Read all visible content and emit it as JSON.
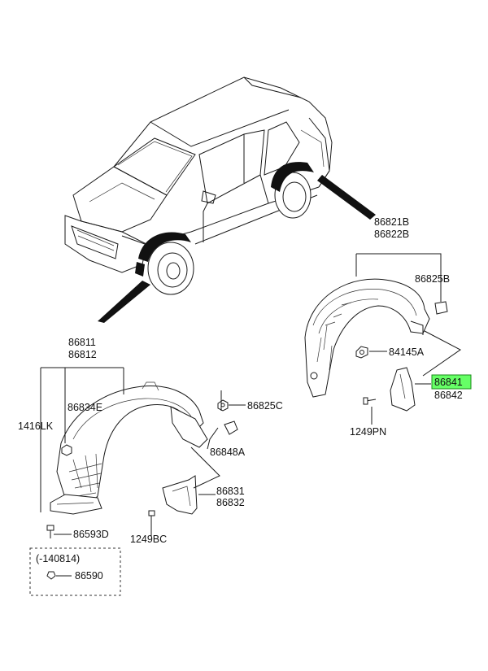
{
  "parts": {
    "rear_group_line1": "86821B",
    "rear_group_line2": "86822B",
    "rear_clip": "86825B",
    "rear_nut": "84145A",
    "rear_flap_line1": "86841",
    "rear_flap_line2": "86842",
    "rear_screw": "1249PN",
    "front_group_line1": "86811",
    "front_group_line2": "86812",
    "front_nut": "86834E",
    "front_bolt": "1416LK",
    "front_clip": "86825C",
    "front_retainer": "86848A",
    "front_flap_line1": "86831",
    "front_flap_line2": "86832",
    "front_screw": "1249BC",
    "front_lower_bolt": "86593D",
    "variant_note": "(-140814)",
    "variant_part": "86590"
  },
  "colors": {
    "highlight": "#66ff66",
    "line": "#1a1a1a"
  }
}
